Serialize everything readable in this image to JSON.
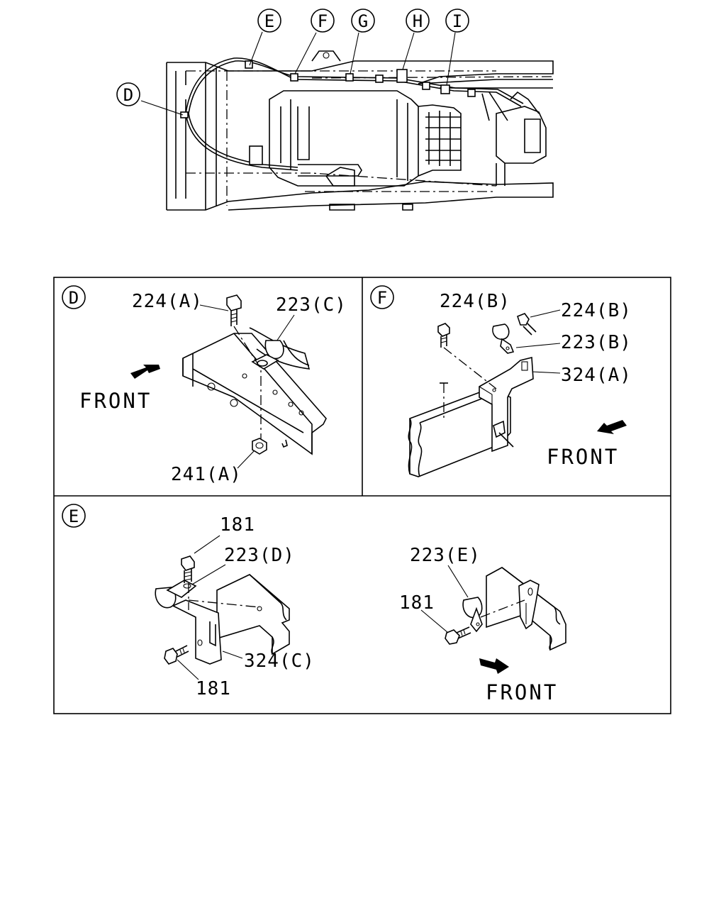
{
  "overview": {
    "callouts": [
      "D",
      "E",
      "F",
      "G",
      "H",
      "I"
    ]
  },
  "panel_d": {
    "letter": "D",
    "bolt_label": "224(A)",
    "clip_label": "223(C)",
    "nut_label": "241(A)",
    "front_label": "FRONT"
  },
  "panel_f": {
    "letter": "F",
    "bolt_label": "224(B)",
    "bolt2_label": "224(B)",
    "clip_label": "223(B)",
    "bracket_label": "324(A)",
    "front_label": "FRONT"
  },
  "panel_e": {
    "letter": "E",
    "bolt_top_label": "181",
    "clip_d_label": "223(D)",
    "bracket_label": "324(C)",
    "bolt_bottom_label": "181",
    "clip_e_label": "223(E)",
    "bolt_right_label": "181",
    "front_label": "FRONT"
  }
}
